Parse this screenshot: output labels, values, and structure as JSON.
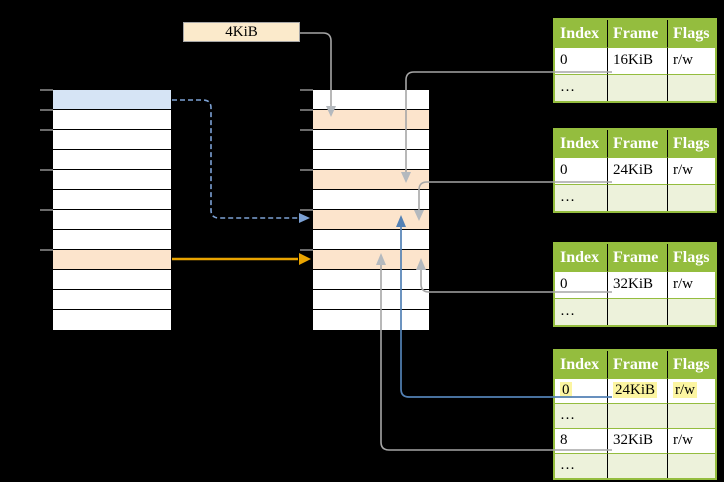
{
  "diagram": {
    "page_size_label": "4KiB"
  },
  "colors": {
    "background": "#000000",
    "header_green": "#94BD3E",
    "row_light_green": "#EDF2DB",
    "white": "#FFFFFF",
    "peach": "#FCE4CC",
    "light_blue": "#D6E4F5",
    "cream": "#FBEACB",
    "yellow_highlight": "#FCF5A1",
    "gray_line": "#A6A6A6",
    "gray_head": "#B4B9BE",
    "blue_line": "#5381B5",
    "blue_dash": "#7CA1D4",
    "orange_line": "#E9A400",
    "tick_gray": "#999999"
  },
  "left_column": {
    "rows": [
      "light_blue",
      "white",
      "white",
      "white",
      "white",
      "white",
      "white",
      "white",
      "peach",
      "white",
      "white",
      "white"
    ]
  },
  "middle_column": {
    "rows": [
      "white",
      "peach",
      "white",
      "white",
      "peach",
      "white",
      "peach",
      "white",
      "peach",
      "white",
      "white",
      "white"
    ]
  },
  "page_tables": {
    "headers": [
      "Index",
      "Frame",
      "Flags"
    ],
    "tables": [
      {
        "rows": [
          {
            "index": "0",
            "frame": "16KiB",
            "flags": "r/w",
            "highlighted": false
          },
          {
            "index": "…",
            "frame": "",
            "flags": "",
            "highlighted": false
          }
        ]
      },
      {
        "rows": [
          {
            "index": "0",
            "frame": "24KiB",
            "flags": "r/w",
            "highlighted": false
          },
          {
            "index": "…",
            "frame": "",
            "flags": "",
            "highlighted": false
          }
        ]
      },
      {
        "rows": [
          {
            "index": "0",
            "frame": "32KiB",
            "flags": "r/w",
            "highlighted": false
          },
          {
            "index": "…",
            "frame": "",
            "flags": "",
            "highlighted": false
          }
        ]
      },
      {
        "rows": [
          {
            "index": "0",
            "frame": "24KiB",
            "flags": "r/w",
            "highlighted": true
          },
          {
            "index": "…",
            "frame": "",
            "flags": "",
            "highlighted": false
          },
          {
            "index": "8",
            "frame": "32KiB",
            "flags": "r/w",
            "highlighted": false
          },
          {
            "index": "…",
            "frame": "",
            "flags": "",
            "highlighted": false
          }
        ]
      }
    ]
  }
}
